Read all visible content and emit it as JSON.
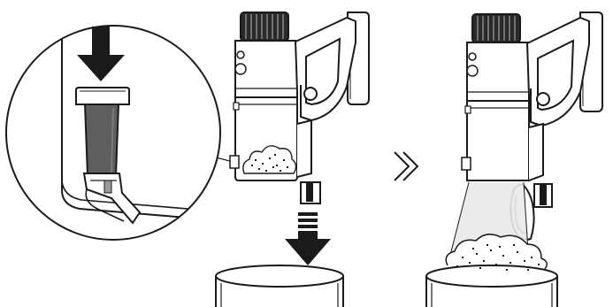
{
  "figure": {
    "steps": [
      {
        "name": "press-release-latch",
        "icon": "down-arrow-icon"
      },
      {
        "name": "dustbin-lid-closed",
        "icon": "down-arrow-icon"
      },
      {
        "name": "dustbin-lid-open-emptying"
      }
    ],
    "transition_icon": "double-chevron-right-icon",
    "colors": {
      "stroke": "#1a1a1a",
      "fill": "#ffffff",
      "dark_grey": "#5e5e5e",
      "mid_grey": "#9a9a9a",
      "light_grey": "#e6e6e6",
      "arrow": "#1a1a1a"
    }
  }
}
